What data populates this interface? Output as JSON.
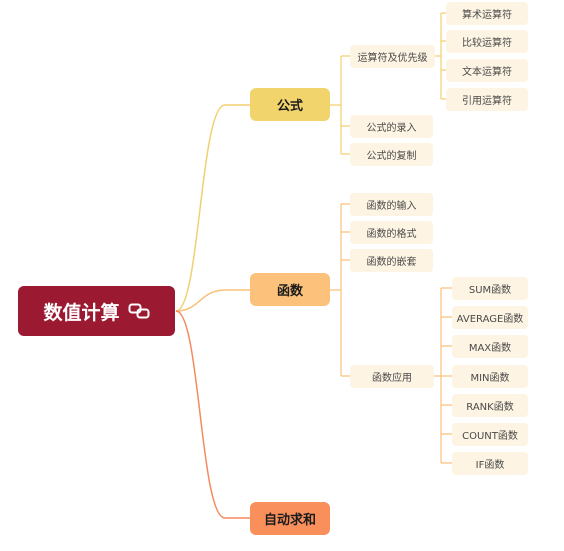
{
  "root": {
    "label": "数值计算",
    "icon": "link-icon",
    "color": "#9b1a32"
  },
  "branches": [
    {
      "label": "公式",
      "color": "#f2d46d",
      "line_color": "#f2cf6f",
      "children": [
        {
          "label": "运算符及优先级",
          "children": [
            "算术运算符",
            "比较运算符",
            "文本运算符",
            "引用运算符"
          ]
        },
        {
          "label": "公式的录入"
        },
        {
          "label": "公式的复制"
        }
      ]
    },
    {
      "label": "函数",
      "color": "#fcc17a",
      "line_color": "#fbc07a",
      "children": [
        {
          "label": "函数的输入"
        },
        {
          "label": "函数的格式"
        },
        {
          "label": "函数的嵌套"
        },
        {
          "label": "函数应用",
          "children": [
            "SUM函数",
            "AVERAGE函数",
            "MAX函数",
            "MIN函数",
            "RANK函数",
            "COUNT函数",
            "IF函数"
          ]
        }
      ]
    },
    {
      "label": "自动求和",
      "color": "#f98f5b",
      "line_color": "#f58a5f"
    }
  ]
}
